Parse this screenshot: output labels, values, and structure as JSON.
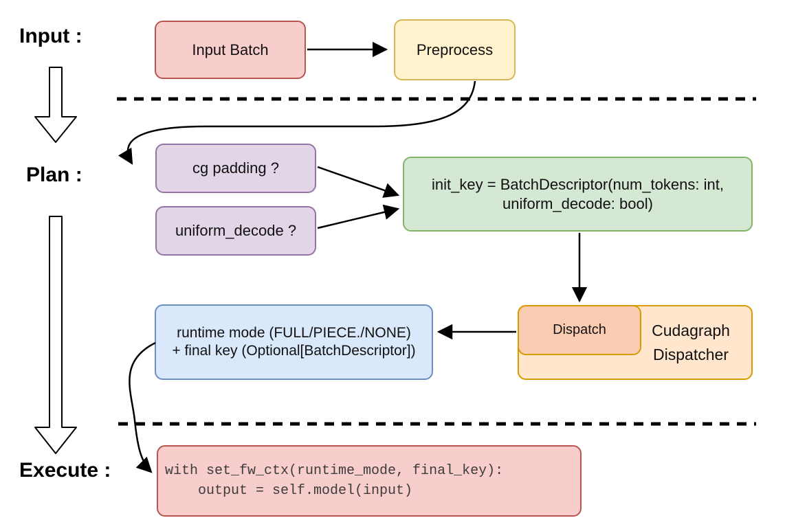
{
  "diagram": {
    "stages": {
      "input_label": "Input :",
      "plan_label": "Plan :",
      "execute_label": "Execute :"
    },
    "nodes": {
      "input_batch": {
        "label": "Input Batch",
        "fill": "#F8CECC",
        "border": "#B85450"
      },
      "preprocess": {
        "label": "Preprocess",
        "fill": "#FFF2CC",
        "border": "#D6B656"
      },
      "cg_padding": {
        "label": "cg padding ?",
        "fill": "#E1D5E7",
        "border": "#9673A6"
      },
      "uniform_decode": {
        "label": "uniform_decode ?",
        "fill": "#E1D5E7",
        "border": "#9673A6"
      },
      "init_key": {
        "line1": "init_key = BatchDescriptor(num_tokens: int,",
        "line2": "uniform_decode: bool)",
        "fill": "#D5E8D4",
        "border": "#82B366"
      },
      "dispatch": {
        "label": "Dispatch",
        "fill": "#FACDB2",
        "border": "#D79B00"
      },
      "cudagraph_dispatcher": {
        "label": "Cudagraph Dispatcher",
        "fill": "#FFE6CC",
        "border": "#D79B00"
      },
      "runtime_result": {
        "line1": "runtime mode (FULL/PIECE./NONE)",
        "line2": "+ final key (Optional[BatchDescriptor])",
        "fill": "#DAE8FC",
        "border": "#6C8EBF"
      },
      "execute_code": {
        "line1": "with set_fw_ctx(runtime_mode, final_key):",
        "line2": "    output = self.model(input)",
        "fill": "#F8CECC",
        "border": "#B85450"
      }
    },
    "connector_color": "#000000"
  }
}
